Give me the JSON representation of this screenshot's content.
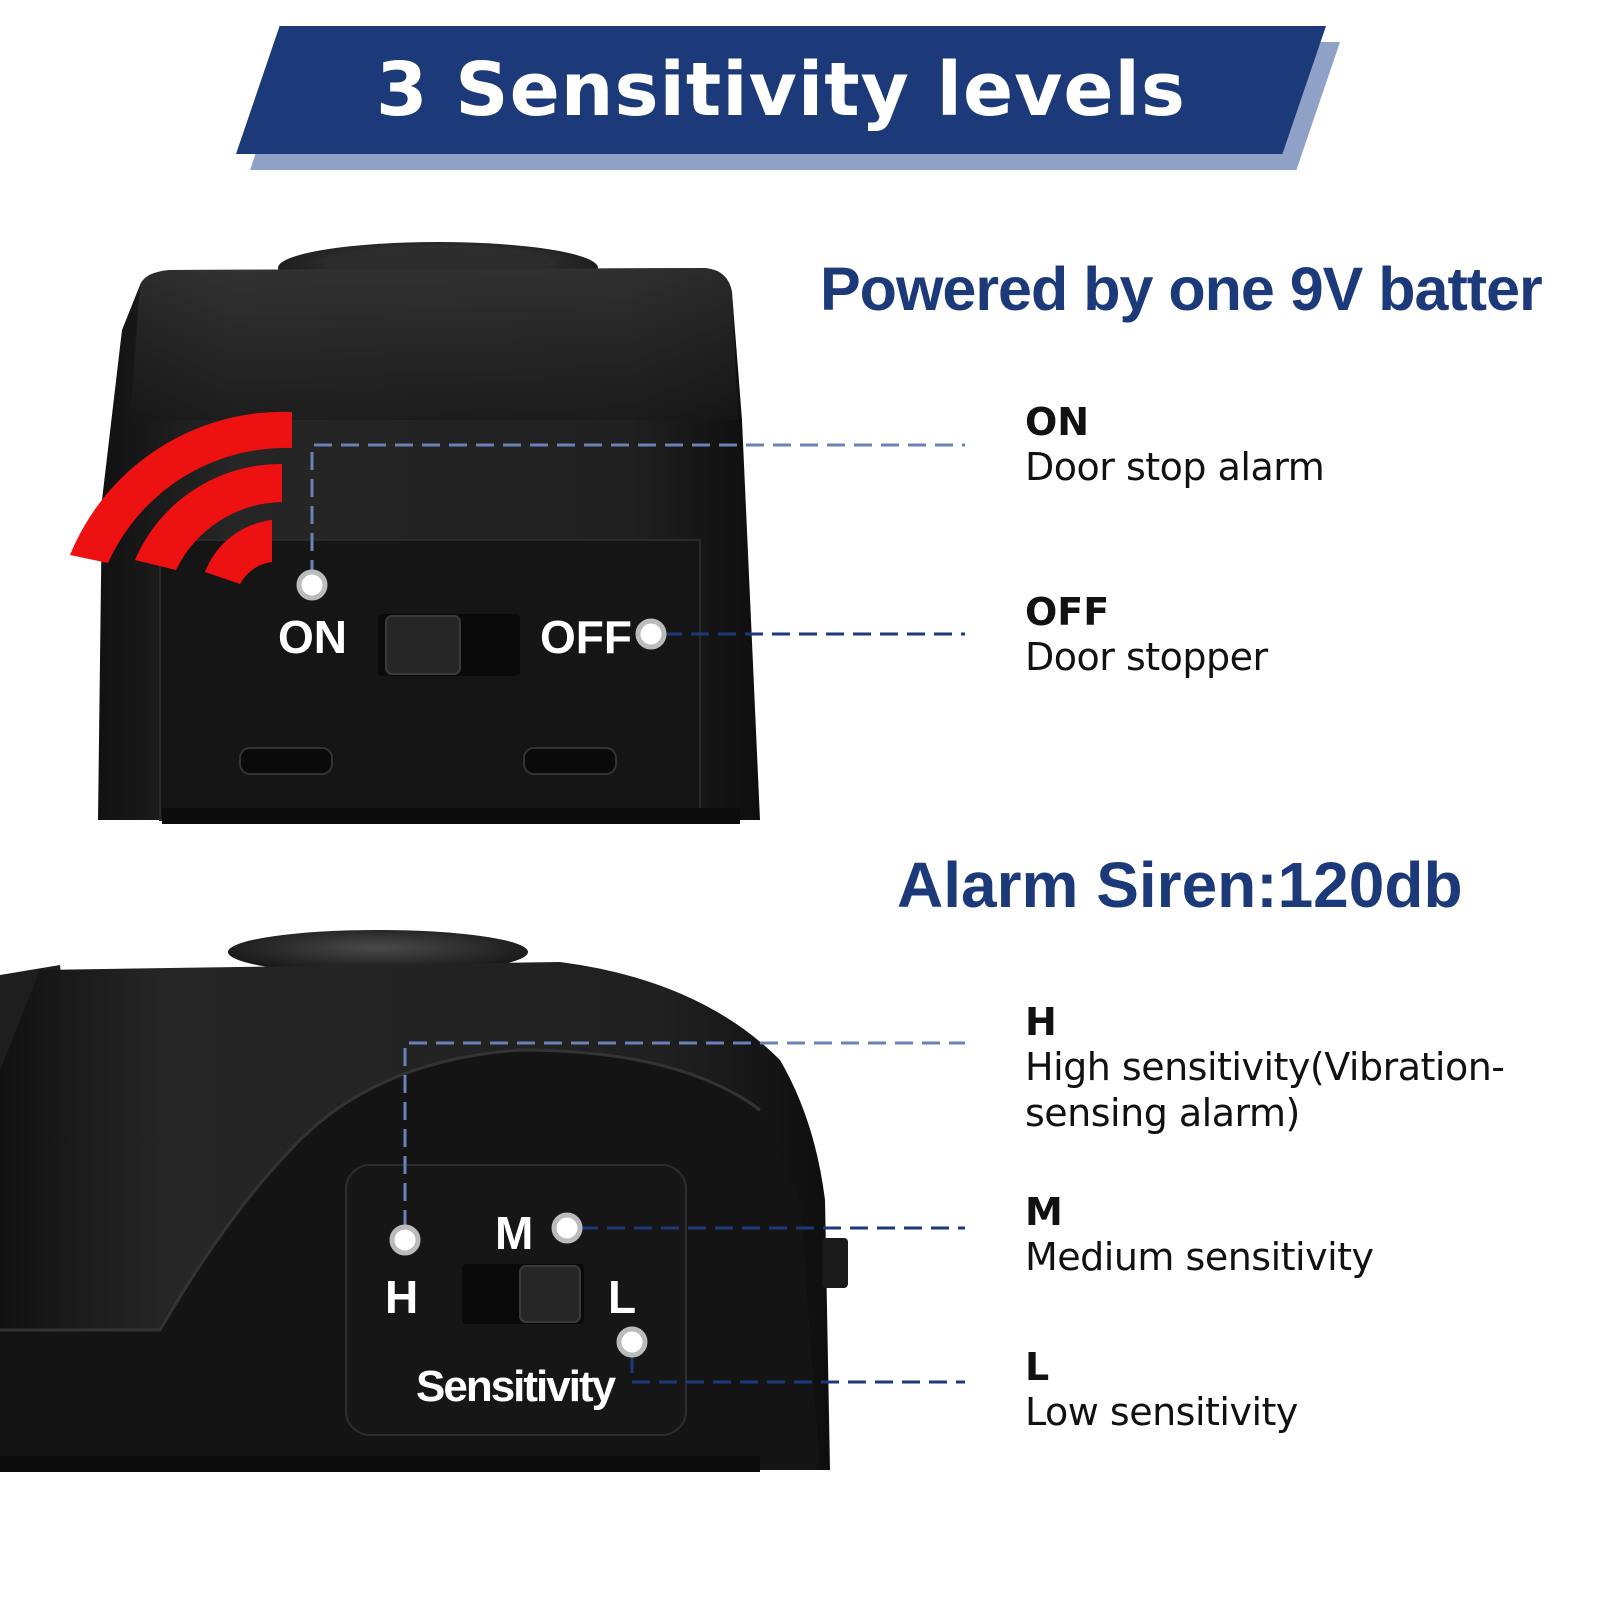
{
  "banner": {
    "title": "3 Sensitivity levels"
  },
  "headings": {
    "power": "Powered by one 9V batter",
    "siren": "Alarm Siren:120db"
  },
  "callouts": {
    "on": {
      "title": "ON",
      "desc": "Door stop alarm"
    },
    "off": {
      "title": "OFF",
      "desc": "Door stopper"
    },
    "high": {
      "title": "H",
      "desc_line1": "High sensitivity(Vibration-",
      "desc_line2": "sensing alarm)"
    },
    "medium": {
      "title": "M",
      "desc": "Medium sensitivity"
    },
    "low": {
      "title": "L",
      "desc": "Low sensitivity"
    }
  },
  "device_top": {
    "on_label": "ON",
    "off_label": "OFF"
  },
  "device_bottom": {
    "h_label": "H",
    "m_label": "M",
    "l_label": "L",
    "sensitivity_label": "Sensitivity"
  },
  "colors": {
    "brand_blue": "#1c3a7a",
    "banner_shadow": "#8fa1c6",
    "signal_red": "#ee1111",
    "device_black": "#1b1b1b"
  },
  "icons": {
    "signal": "wifi-signal-icon"
  }
}
